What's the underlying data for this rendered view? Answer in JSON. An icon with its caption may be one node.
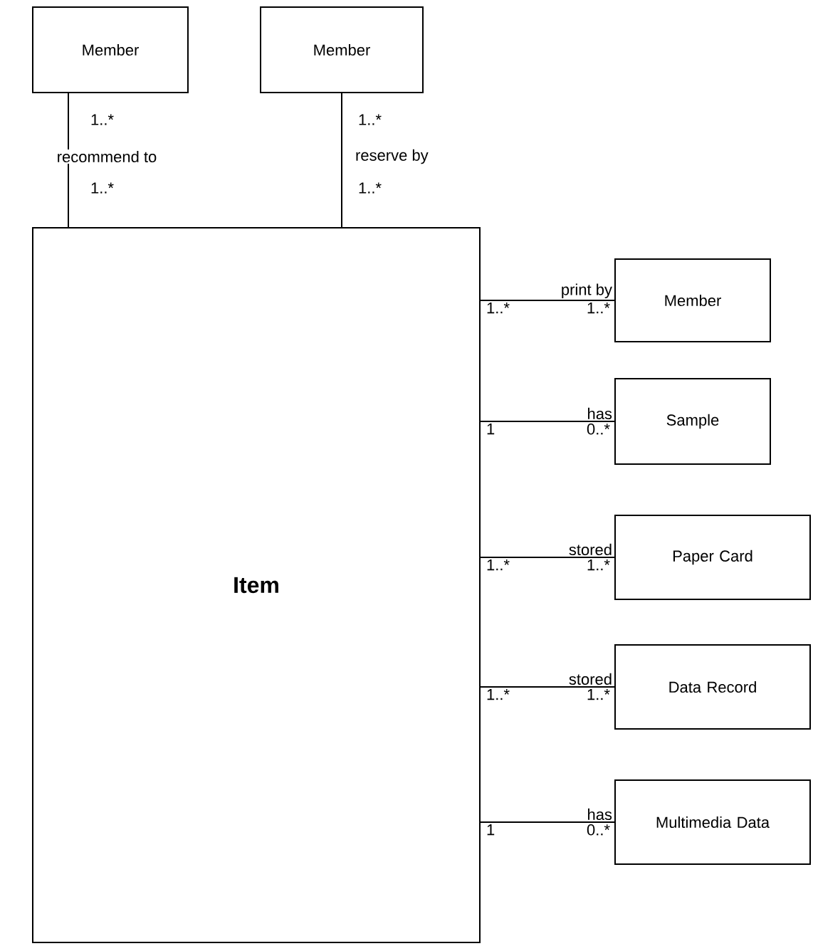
{
  "diagram": {
    "nodes": [
      {
        "text": [
          "Member"
        ]
      },
      {
        "text": [
          "Member"
        ]
      },
      {
        "text": [
          "Item"
        ]
      },
      {
        "text": [
          "Member"
        ]
      },
      {
        "text": [
          "Sample"
        ]
      },
      {
        "text": [
          "Paper Card"
        ]
      },
      {
        "text": [
          "Data Record"
        ]
      },
      {
        "text": [
          "Multimedia Data"
        ]
      }
    ],
    "edges": [
      {
        "from": 0,
        "to": 2,
        "arrow": "none",
        "label": "recommend to"
      },
      {
        "from": 1,
        "to": 2,
        "arrow": "none",
        "label": "reserve by"
      },
      {
        "from": 2,
        "to": 3,
        "arrow": "none",
        "label": "print by"
      },
      {
        "from": 2,
        "to": 4,
        "arrow": "none",
        "label": "has"
      },
      {
        "from": 2,
        "to": 5,
        "arrow": "none",
        "label": "stored"
      },
      {
        "from": 2,
        "to": 6,
        "arrow": "none",
        "label": "stored"
      },
      {
        "from": 2,
        "to": 7,
        "arrow": "none",
        "label": "has"
      }
    ],
    "labels": [
      "1..*",
      "1..*",
      "1..*",
      "1..*",
      "1..*",
      "1..*",
      "1",
      "0..*",
      "1..*",
      "1..*",
      "1..*",
      "1..*",
      "1",
      "0..*"
    ]
  }
}
